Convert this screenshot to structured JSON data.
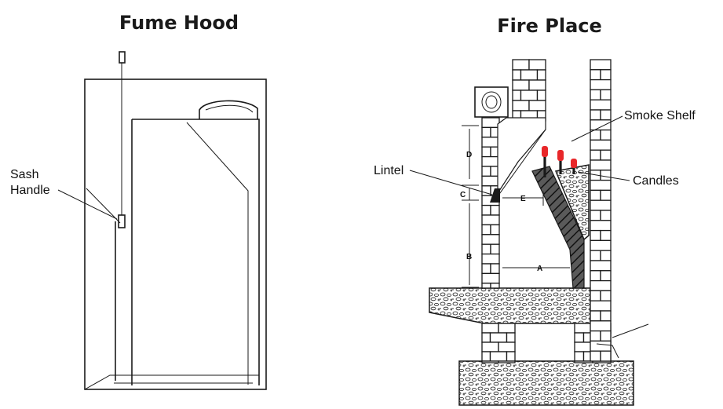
{
  "fume_hood": {
    "title": "Fume Hood",
    "sash_label_line1": "Sash",
    "sash_label_line2": "Handle"
  },
  "fire_place": {
    "title": "Fire Place",
    "labels": {
      "smoke_shelf": "Smoke Shelf",
      "candles": "Candles",
      "lintel": "Lintel"
    },
    "dimensions": {
      "a": "A",
      "b": "B",
      "c": "C",
      "d": "D",
      "e": "E"
    }
  },
  "colors": {
    "candle_flame": "#e8272a",
    "ink": "#1a1a1a"
  }
}
